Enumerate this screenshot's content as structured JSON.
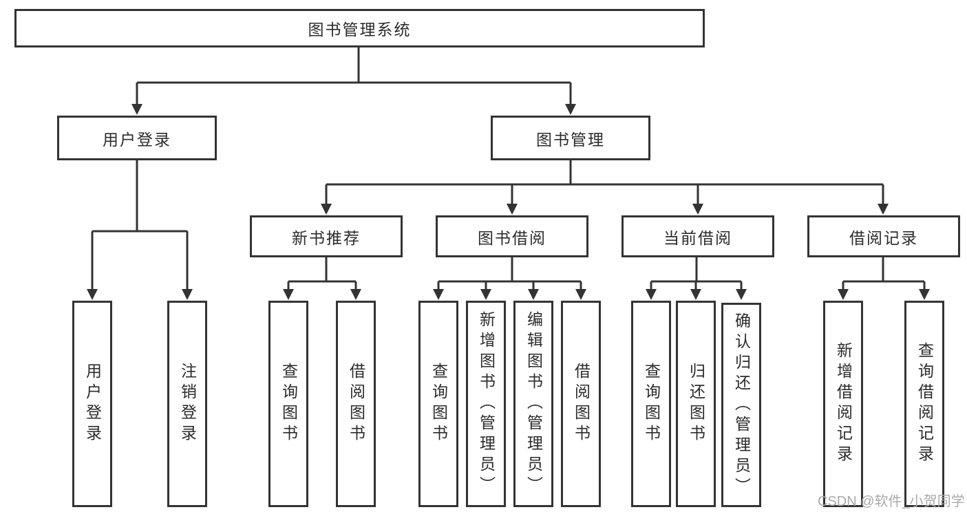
{
  "diagram": {
    "root": {
      "label": "图书管理系统"
    },
    "level2": [
      {
        "label": "用户登录"
      },
      {
        "label": "图书管理"
      }
    ],
    "level3": [
      {
        "label": "新书推荐"
      },
      {
        "label": "图书借阅"
      },
      {
        "label": "当前借阅"
      },
      {
        "label": "借阅记录"
      }
    ],
    "leaves": {
      "user_login": [
        "用户登录",
        "注销登录"
      ],
      "new_book": [
        "查询图书",
        "借阅图书"
      ],
      "book_borrow": [
        "查询图书",
        "新增图书（管理员）",
        "编辑图书（管理员）",
        "借阅图书"
      ],
      "current_borrow": [
        "查询图书",
        "归还图书",
        "确认归还（管理员）"
      ],
      "borrow_record": [
        "新增借阅记录",
        "查询借阅记录"
      ]
    },
    "watermark": "CSDN @软件_小贺同学"
  }
}
